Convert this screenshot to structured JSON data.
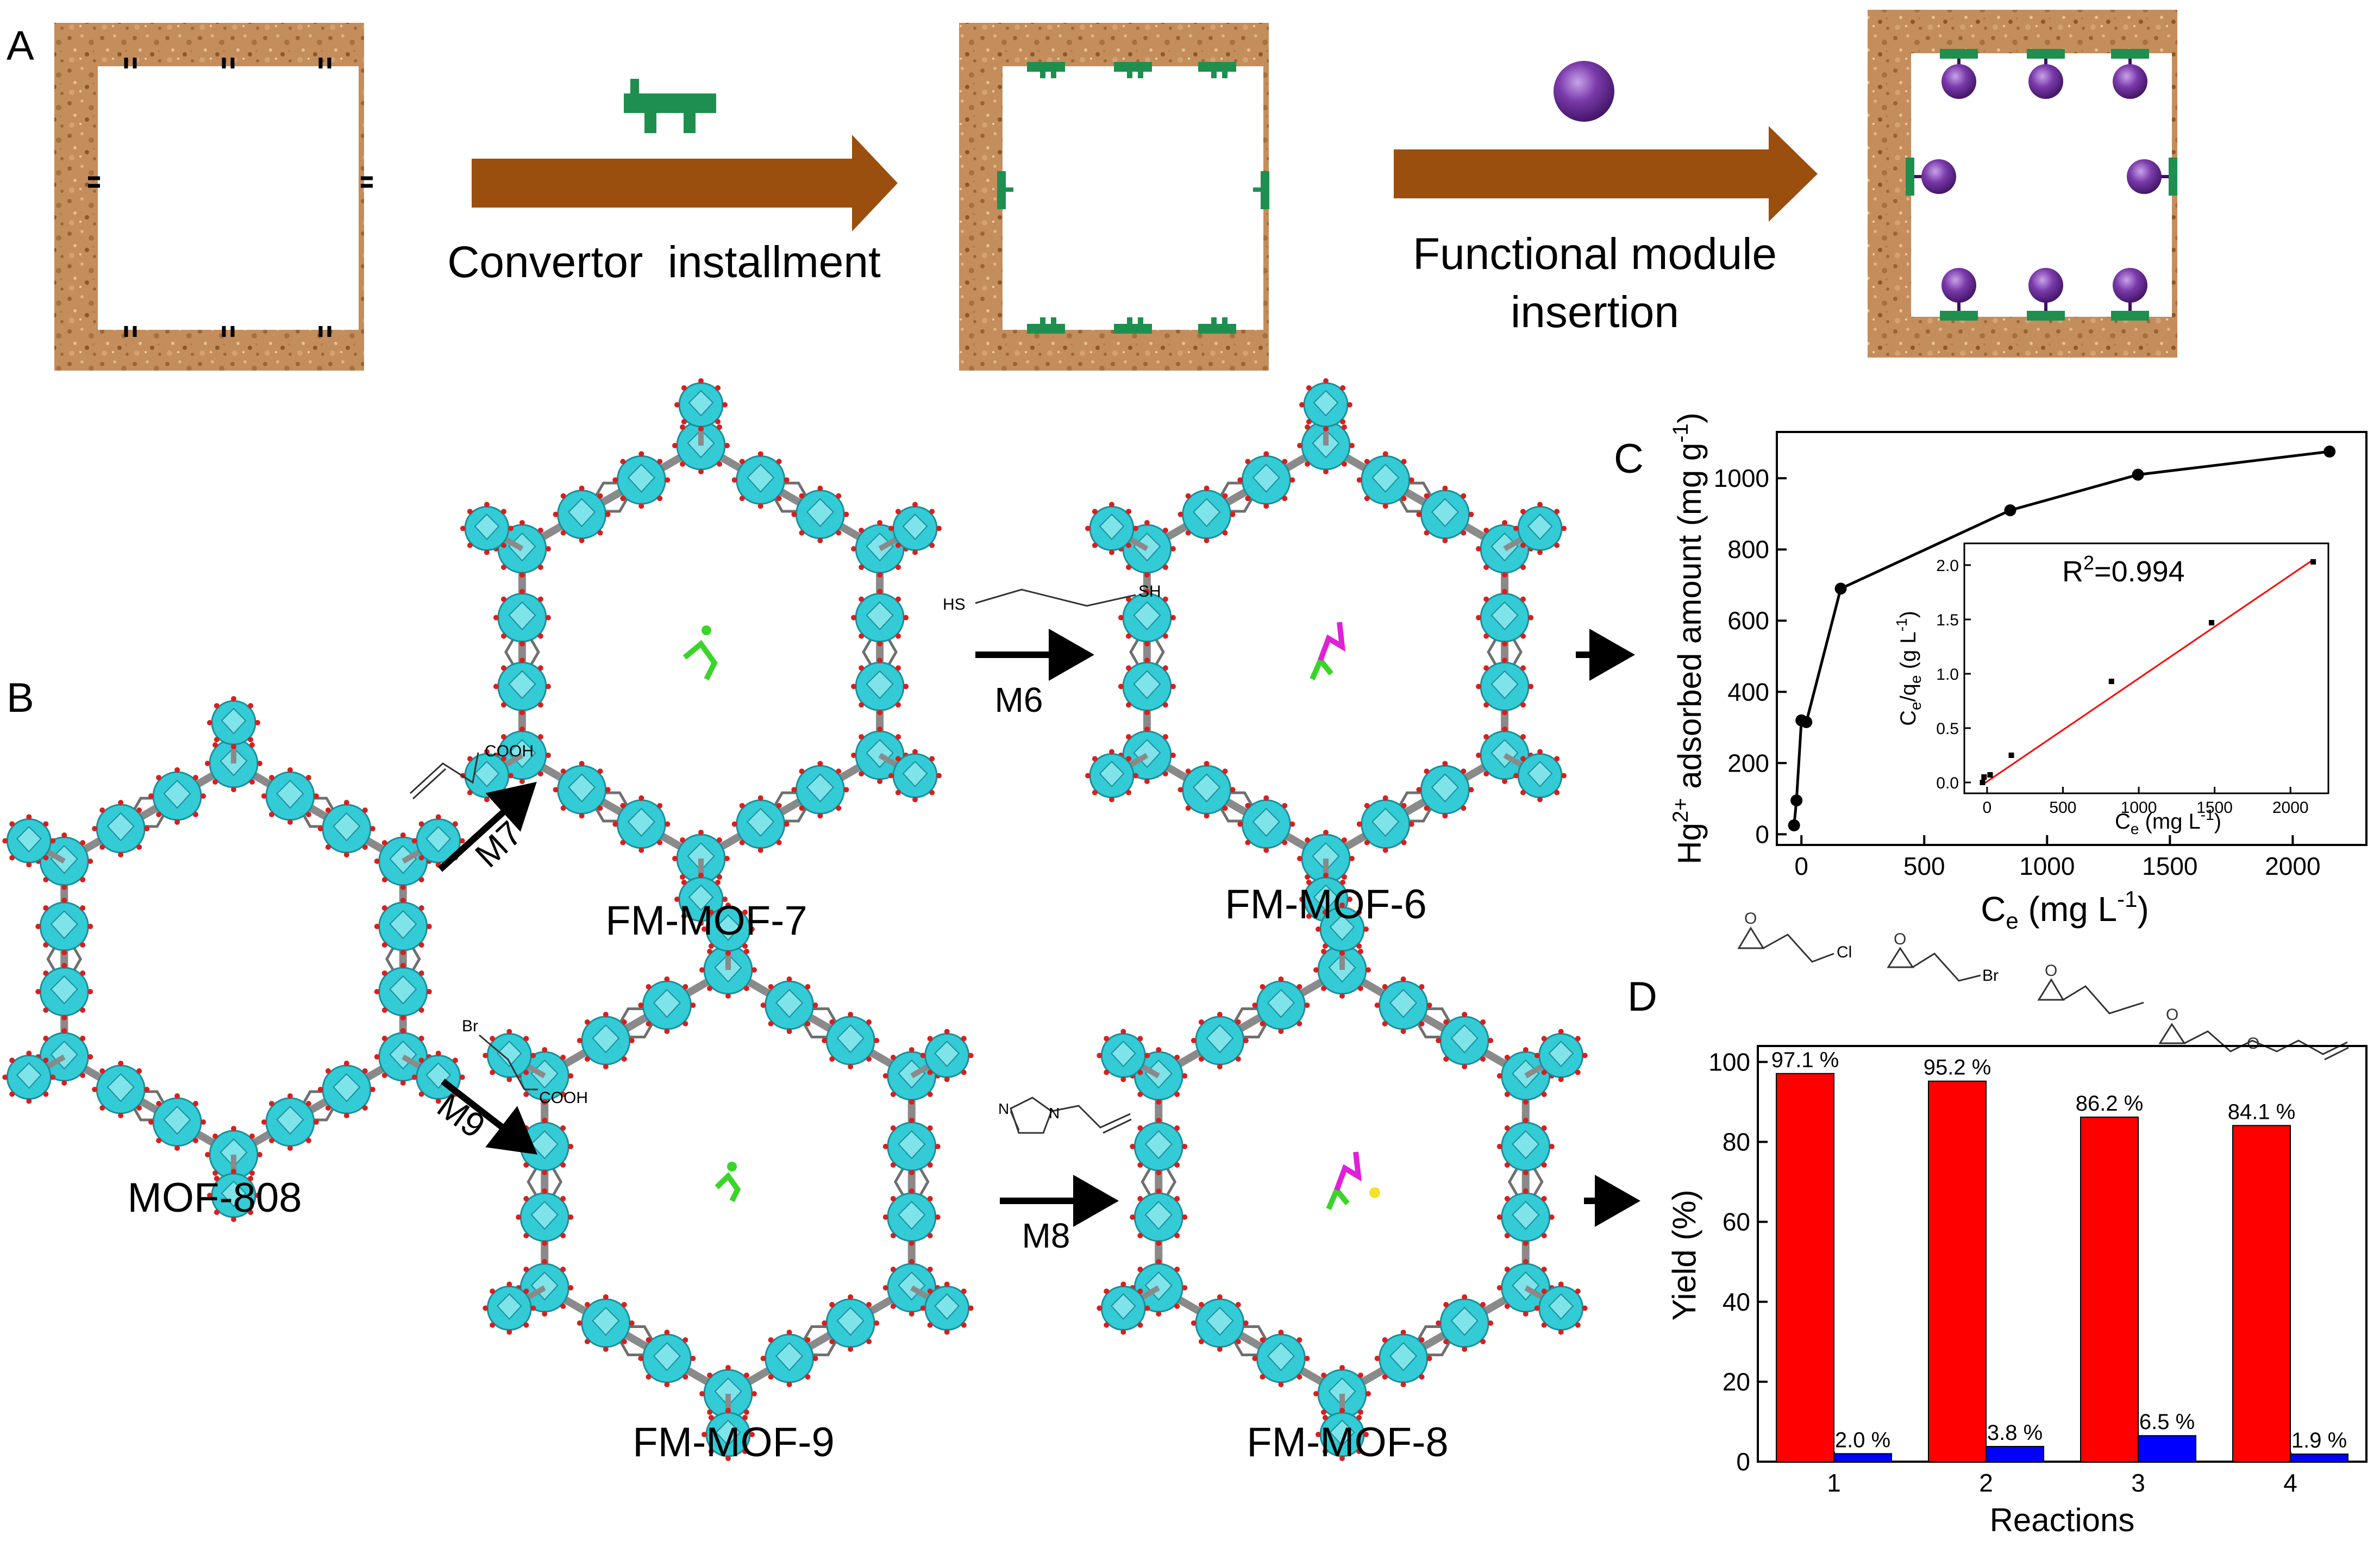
{
  "panel_letters": {
    "a": "A",
    "b": "B",
    "c": "C",
    "d": "D"
  },
  "colors": {
    "wall": "#c08a5a",
    "arrow": "#9a4f0e",
    "convertor": "#1e8f4e",
    "module": "#6e2f9b",
    "cluster": "#33cbd6",
    "linker": "#8a8a8a",
    "red_bar": "#ff0000",
    "blue_bar": "#0000ff",
    "fit_line": "#ff0000"
  },
  "panel_a": {
    "step1_label": "Convertor  installment",
    "step2_label_line1": "Functional module",
    "step2_label_line2": "insertion"
  },
  "panel_b": {
    "mof808": "MOF-808",
    "fm7": "FM-MOF-7",
    "fm6": "FM-MOF-6",
    "fm9": "FM-MOF-9",
    "fm8": "FM-MOF-8",
    "m7": "M7",
    "m9": "M9",
    "m6": "M6",
    "m8": "M8",
    "cooh_1": "COOH",
    "cooh_2": "COOH",
    "br_1": "Br",
    "hs": "HS",
    "sh": "SH",
    "n_1": "N",
    "n_2": "N"
  },
  "panel_c": {
    "xlabel_base": "C",
    "xlabel_sub": "e",
    "xlabel_rest": " (mg L",
    "xlabel_sup": "-1",
    "xlabel_close": ")",
    "ylabel_pre": "Hg",
    "ylabel_sup": "2+",
    "ylabel_rest": " adsorbed amount (mg g",
    "ylabel_sup2": "-1",
    "ylabel_close": ")",
    "inset_xlabel_base": "C",
    "inset_xlabel_sub": "e",
    "inset_xlabel_rest": " (mg L",
    "inset_xlabel_sup": "-1",
    "inset_xlabel_close": ")",
    "inset_ylabel_c": "C",
    "inset_ylabel_e1": "e",
    "inset_ylabel_q": "/q",
    "inset_ylabel_e2": "e",
    "inset_ylabel_rest": " (g L",
    "inset_ylabel_sup": "-1",
    "inset_ylabel_close": ")",
    "r2_base": "R",
    "r2_sup": "2",
    "r2_value": "=0.994"
  },
  "panel_d": {
    "xlabel": "Reactions",
    "ylabel": "Yield (%)",
    "cl": "Cl",
    "br": "Br"
  },
  "chart_data": [
    {
      "type": "line",
      "x": [
        -30,
        -20,
        0,
        20,
        160,
        850,
        1370,
        2150
      ],
      "y": [
        25,
        95,
        320,
        315,
        690,
        910,
        1010,
        1075
      ],
      "xlim": [
        -100,
        2300
      ],
      "ylim": [
        -30,
        1130
      ],
      "xticks": [
        0,
        500,
        1000,
        1500,
        2000
      ],
      "yticks": [
        0,
        200,
        400,
        600,
        800,
        1000
      ]
    },
    {
      "type": "scatter",
      "x": [
        -30,
        -20,
        20,
        160,
        820,
        1480,
        2150
      ],
      "y": [
        0.0,
        0.05,
        0.07,
        0.25,
        0.93,
        1.47,
        2.03
      ],
      "fit": {
        "x": [
          -30,
          2150
        ],
        "y": [
          -0.02,
          2.05
        ]
      },
      "xlim": [
        -150,
        2250
      ],
      "ylim": [
        -0.1,
        2.2
      ],
      "xticks": [
        0,
        500,
        1000,
        1500,
        2000
      ],
      "yticks": [
        0.0,
        0.5,
        1.0,
        1.5,
        2.0
      ],
      "annotation": "R²=0.994"
    },
    {
      "type": "bar",
      "categories": [
        "1",
        "2",
        "3",
        "4"
      ],
      "series": [
        {
          "values": [
            97.1,
            95.2,
            86.2,
            84.1
          ],
          "labels": [
            "97.1 %",
            "95.2 %",
            "86.2 %",
            "84.1 %"
          ]
        },
        {
          "values": [
            2.0,
            3.8,
            6.5,
            1.9
          ],
          "labels": [
            "2.0 %",
            "3.8 %",
            "6.5 %",
            "1.9 %"
          ]
        }
      ],
      "xlabel": "Reactions",
      "ylabel": "Yield (%)",
      "ylim": [
        0,
        104
      ],
      "yticks": [
        0,
        20,
        40,
        60,
        80,
        100
      ]
    }
  ]
}
